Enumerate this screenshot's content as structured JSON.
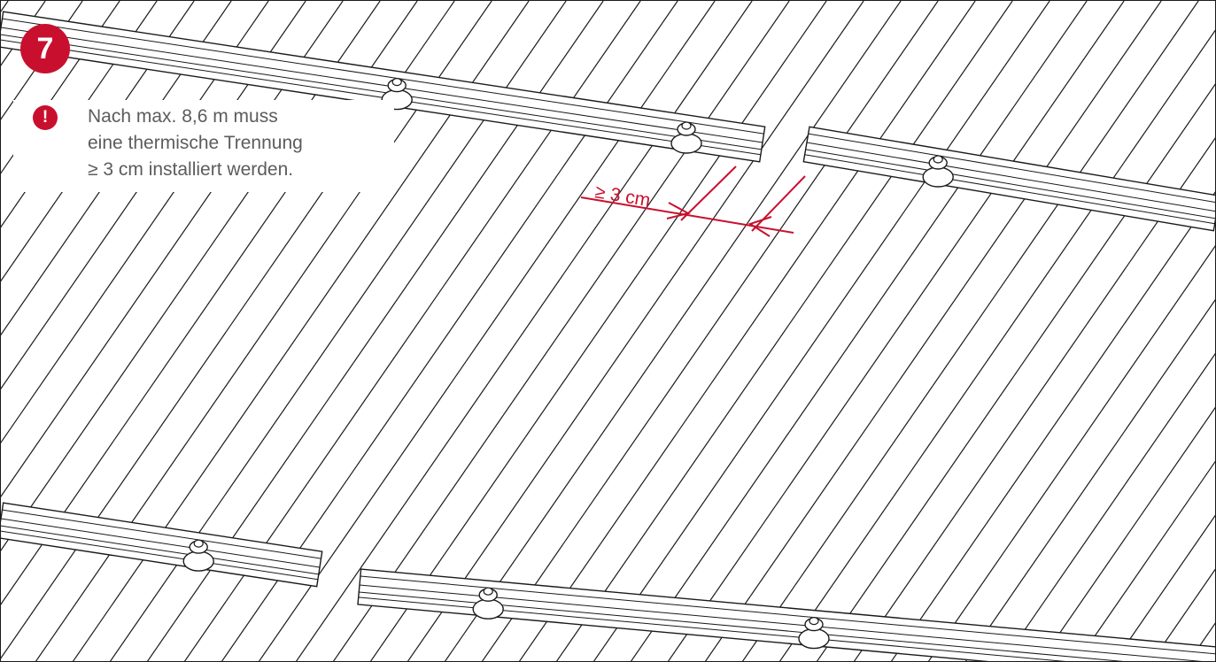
{
  "step": {
    "number": "7"
  },
  "note": {
    "icon": "exclamation-icon",
    "symbol": "!",
    "lines": [
      "Nach max. 8,6 m muss",
      "eine thermische Trennung",
      "≥ 3 cm installiert werden."
    ]
  },
  "dimension": {
    "label": "≥ 3 cm"
  },
  "colors": {
    "accent": "#c8102e",
    "line": "#1a1a1a",
    "note_text": "#5c5c5c"
  }
}
